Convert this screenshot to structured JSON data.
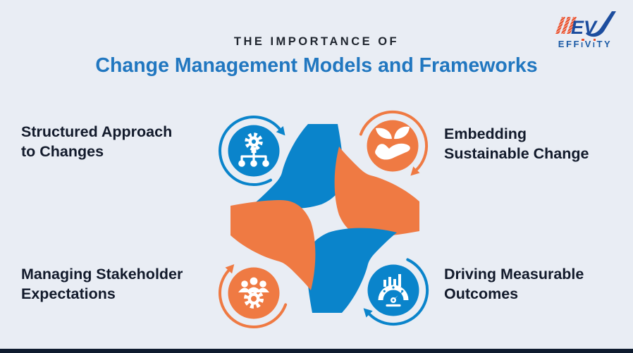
{
  "header": {
    "eyebrow": "THE IMPORTANCE OF",
    "title": "Change Management Models and Frameworks"
  },
  "logo": {
    "monogram": "EV",
    "brand": "EFFIVITY",
    "brand_segments": [
      "EFF",
      "I",
      "V",
      "I",
      "TY"
    ]
  },
  "quadrants": [
    {
      "position": "top-left",
      "icon": "gear-hierarchy-icon",
      "accent": "blue",
      "label": "Structured Approach to Changes",
      "lines": [
        "Structured Approach",
        "to Changes"
      ]
    },
    {
      "position": "top-right",
      "icon": "hand-leaf-icon",
      "accent": "orange",
      "label": "Embedding Sustainable Change",
      "lines": [
        "Embedding",
        "Sustainable Change"
      ]
    },
    {
      "position": "bottom-left",
      "icon": "people-gear-icon",
      "accent": "orange",
      "label": "Managing Stakeholder Expectations",
      "lines": [
        "Managing Stakeholder",
        "Expectations"
      ]
    },
    {
      "position": "bottom-right",
      "icon": "gauge-chart-icon",
      "accent": "blue",
      "label": "Driving Measurable Outcomes",
      "lines": [
        "Driving Measurable",
        "Outcomes"
      ]
    }
  ],
  "colors": {
    "background": "#e9edf4",
    "blue": "#0a84cb",
    "orange": "#ef7a43",
    "title_blue": "#2177c0",
    "eyebrow_dark": "#20262f",
    "label_dark": "#121a2b",
    "logo_blue": "#1b5aa5",
    "logo_navy": "#1c4d9e",
    "logo_orange": "#e8512e",
    "footer_bar": "#0e1b2e"
  }
}
